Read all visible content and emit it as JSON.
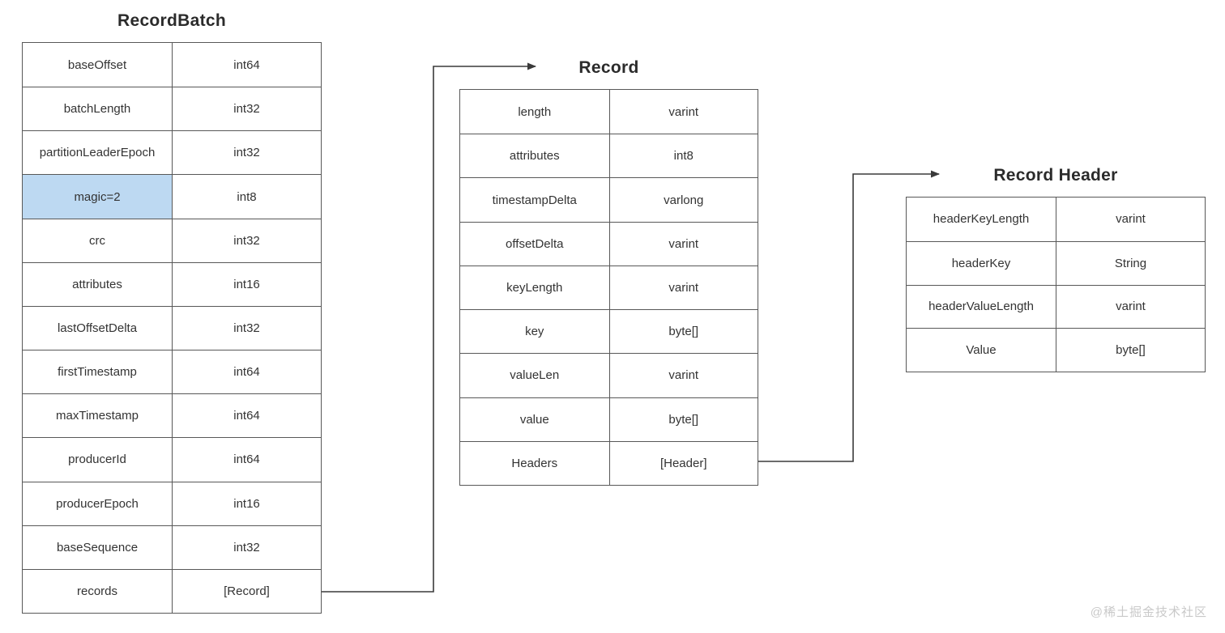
{
  "colors": {
    "background": "#ffffff",
    "border": "#585858",
    "text": "#333333",
    "title_text": "#2b2b2b",
    "highlight_fill": "#bdd9f2",
    "arrow": "#3a3a3a",
    "watermark_text": "#c9c9c9"
  },
  "tables": {
    "record_batch": {
      "title": "RecordBatch",
      "highlight_row": 3,
      "rows": [
        {
          "field": "baseOffset",
          "type": "int64"
        },
        {
          "field": "batchLength",
          "type": "int32"
        },
        {
          "field": "partitionLeaderEpoch",
          "type": "int32"
        },
        {
          "field": "magic=2",
          "type": "int8"
        },
        {
          "field": "crc",
          "type": "int32"
        },
        {
          "field": "attributes",
          "type": "int16"
        },
        {
          "field": "lastOffsetDelta",
          "type": "int32"
        },
        {
          "field": "firstTimestamp",
          "type": "int64"
        },
        {
          "field": "maxTimestamp",
          "type": "int64"
        },
        {
          "field": "producerId",
          "type": "int64"
        },
        {
          "field": "producerEpoch",
          "type": "int16"
        },
        {
          "field": "baseSequence",
          "type": "int32"
        },
        {
          "field": "records",
          "type": "[Record]"
        }
      ]
    },
    "record": {
      "title": "Record",
      "highlight_row": -1,
      "rows": [
        {
          "field": "length",
          "type": "varint"
        },
        {
          "field": "attributes",
          "type": "int8"
        },
        {
          "field": "timestampDelta",
          "type": "varlong"
        },
        {
          "field": "offsetDelta",
          "type": "varint"
        },
        {
          "field": "keyLength",
          "type": "varint"
        },
        {
          "field": "key",
          "type": "byte[]"
        },
        {
          "field": "valueLen",
          "type": "varint"
        },
        {
          "field": "value",
          "type": "byte[]"
        },
        {
          "field": "Headers",
          "type": "[Header]"
        }
      ]
    },
    "record_header": {
      "title": "Record Header",
      "highlight_row": -1,
      "rows": [
        {
          "field": "headerKeyLength",
          "type": "varint"
        },
        {
          "field": "headerKey",
          "type": "String"
        },
        {
          "field": "headerValueLength",
          "type": "varint"
        },
        {
          "field": "Value",
          "type": "byte[]"
        }
      ]
    }
  },
  "connectors": [
    {
      "name": "records-to-record",
      "from": "RecordBatch.records",
      "to": "Record"
    },
    {
      "name": "headers-to-record-header",
      "from": "Record.Headers",
      "to": "Record Header"
    }
  ],
  "watermark": "@稀土掘金技术社区"
}
